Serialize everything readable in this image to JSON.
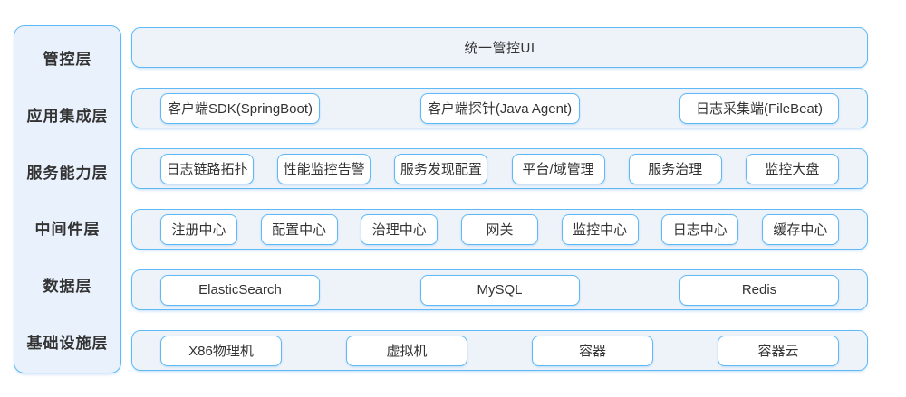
{
  "colors": {
    "accent_border": "#5fb9f6",
    "row_background": "#eef3fa",
    "sidebar_background": "#e9f1fc",
    "box_background": "#ffffff",
    "text": "#333333"
  },
  "layers": [
    {
      "label": "管控层",
      "title": "统一管控UI",
      "items": []
    },
    {
      "label": "应用集成层",
      "items": [
        "客户端SDK(SpringBoot)",
        "客户端探针(Java Agent)",
        "日志采集端(FileBeat)"
      ]
    },
    {
      "label": "服务能力层",
      "items": [
        "日志链路拓扑",
        "性能监控告警",
        "服务发现配置",
        "平台/域管理",
        "服务治理",
        "监控大盘"
      ]
    },
    {
      "label": "中间件层",
      "items": [
        "注册中心",
        "配置中心",
        "治理中心",
        "网关",
        "监控中心",
        "日志中心",
        "缓存中心"
      ]
    },
    {
      "label": "数据层",
      "items": [
        "ElasticSearch",
        "MySQL",
        "Redis"
      ]
    },
    {
      "label": "基础设施层",
      "items": [
        "X86物理机",
        "虚拟机",
        "容器",
        "容器云"
      ]
    }
  ]
}
